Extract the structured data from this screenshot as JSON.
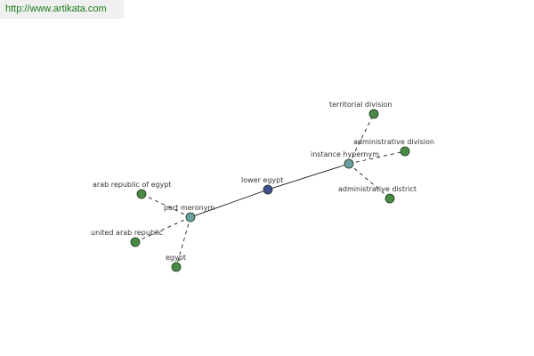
{
  "header": {
    "url": "http://www.artikata.com"
  },
  "colors": {
    "word": "#3d4f8c",
    "relation": "#6a9e9e",
    "leaf": "#4a8a44",
    "edge": "#000000",
    "url_text": "#1b7a1b"
  },
  "graph": {
    "nodes": [
      {
        "id": "lower-egypt",
        "label": "lower egypt",
        "kind": "word"
      },
      {
        "id": "instance-hypernym",
        "label": "instance hypernym",
        "kind": "relation"
      },
      {
        "id": "part-meronym",
        "label": "part meronym",
        "kind": "relation"
      },
      {
        "id": "territorial-division",
        "label": "territorial division",
        "kind": "leaf"
      },
      {
        "id": "administrative-division",
        "label": "administrative division",
        "kind": "leaf"
      },
      {
        "id": "administrative-district",
        "label": "administrative district",
        "kind": "leaf"
      },
      {
        "id": "arab-republic-of-egypt",
        "label": "arab republic of egypt",
        "kind": "leaf"
      },
      {
        "id": "united-arab-republic",
        "label": "united arab republic",
        "kind": "leaf"
      },
      {
        "id": "egypt",
        "label": "egypt",
        "kind": "leaf"
      }
    ],
    "edges": [
      {
        "from": "lower-egypt",
        "to": "instance-hypernym",
        "style": "solid"
      },
      {
        "from": "lower-egypt",
        "to": "part-meronym",
        "style": "solid"
      },
      {
        "from": "instance-hypernym",
        "to": "territorial-division",
        "style": "dashed"
      },
      {
        "from": "instance-hypernym",
        "to": "administrative-division",
        "style": "dashed"
      },
      {
        "from": "instance-hypernym",
        "to": "administrative-district",
        "style": "dashed"
      },
      {
        "from": "part-meronym",
        "to": "arab-republic-of-egypt",
        "style": "dashed"
      },
      {
        "from": "part-meronym",
        "to": "united-arab-republic",
        "style": "dashed"
      },
      {
        "from": "part-meronym",
        "to": "egypt",
        "style": "dashed"
      }
    ]
  }
}
